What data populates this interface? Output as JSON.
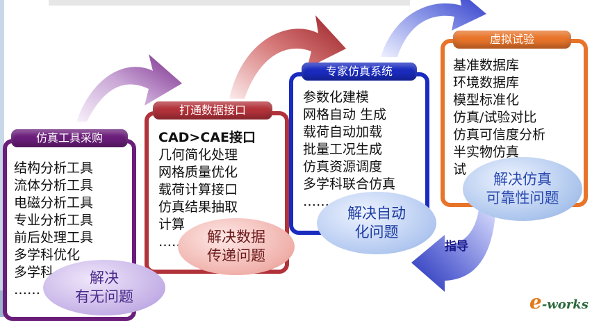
{
  "stages": [
    {
      "title": "仿真工具采购",
      "items": [
        "结构分析工具",
        "流体分析工具",
        "电磁分析工具",
        "专业分析工具",
        "前后处理工具",
        "多学科优化",
        "多学科",
        "……"
      ],
      "bubble": [
        "解决",
        "有无问题"
      ]
    },
    {
      "title": "打通数据接口",
      "items": [
        "CAD>CAE接口",
        "几何简化处理",
        "网格质量优化",
        "载荷计算接口",
        "仿真结果抽取",
        "计算",
        "……"
      ],
      "bubble": [
        "解决数据",
        "传递问题"
      ]
    },
    {
      "title": "专家仿真系统",
      "items": [
        "参数化建模",
        "网格自动 生成",
        "载荷自动加载",
        "批量工况生成",
        "仿真资源调度",
        "多学科联合仿真",
        "……"
      ],
      "bubble": [
        "解决自动",
        "化问题"
      ]
    },
    {
      "title": "虚拟试验",
      "items": [
        "基准数据库",
        "环境数据库",
        "模型标准化",
        "仿真/试验对比",
        "仿真可信度分析",
        "半实物仿真",
        "试"
      ],
      "bubble": [
        "解决仿真",
        "可靠性问题"
      ]
    }
  ],
  "feedback_label": "指导",
  "logo": {
    "e": "e",
    "works": "-works"
  },
  "colors": {
    "purple": "#6a1e7a",
    "red": "#b2323a",
    "blue": "#1a2bbf",
    "orange": "#e8742a",
    "bubble_purple": "#cbb8e8",
    "bubble_pink": "#f2b8b4",
    "bubble_blue": "#b6ccf0",
    "bubble_blue2": "#a9c4ea"
  }
}
